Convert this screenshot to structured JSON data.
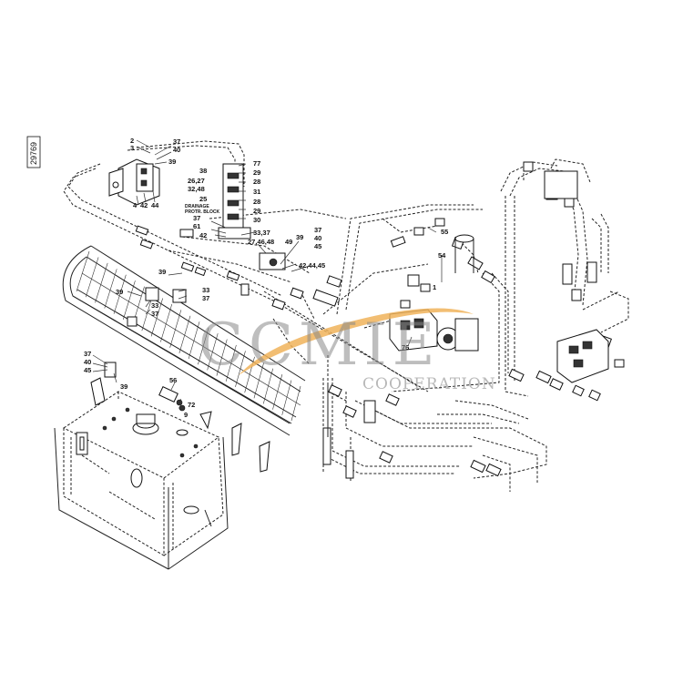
{
  "drawing_id": "29769",
  "watermark": {
    "letters": "CCMIE",
    "subtitle": "COOPERATION",
    "swoosh_color": "#f0b35a",
    "text_color": "#8a8a8a"
  },
  "labels": {
    "a1": "2",
    "a2": "3",
    "a3": "37",
    "a4": "40",
    "a5": "39",
    "a6": "4",
    "a7": "42",
    "a8": "44",
    "b1": "38",
    "b2": "77",
    "b3": "29",
    "b4": "28",
    "b5": "26,27",
    "b6": "32,48",
    "b7": "31",
    "b8": "25",
    "b9": "28",
    "b10": "29",
    "b11": "30",
    "c1": "DRAINAGE",
    "c2": "PROTR. BLOCK",
    "d1": "37",
    "d2": "61",
    "d3": "42",
    "d4": "33,37",
    "d5": "27,46,48",
    "d6": "49",
    "d7": "39",
    "d8": "37",
    "d9": "40",
    "d10": "45",
    "d11": "42,44,45",
    "e1": "55",
    "e2": "54",
    "e3": "1",
    "e4": "76",
    "f1": "39",
    "f2": "33",
    "f3": "37",
    "f4": "39",
    "f5": "33",
    "f6": "37",
    "g1": "37",
    "g2": "40",
    "g3": "45",
    "g4": "39",
    "g5": "56",
    "g6": "72",
    "g7": "9"
  }
}
